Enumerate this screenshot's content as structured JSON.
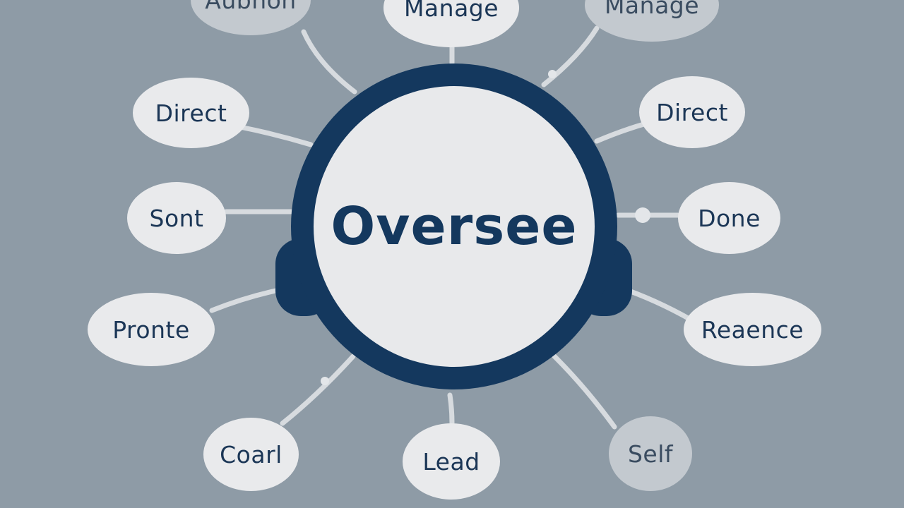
{
  "center": {
    "label": "Oversee"
  },
  "nodes": [
    {
      "id": "top-left",
      "label": "Aubnon"
    },
    {
      "id": "top-center",
      "label": "Manage"
    },
    {
      "id": "top-right",
      "label": "Manage"
    },
    {
      "id": "left-1",
      "label": "Direct"
    },
    {
      "id": "right-1",
      "label": "Direct"
    },
    {
      "id": "left-2",
      "label": "Sont"
    },
    {
      "id": "right-2",
      "label": "Done"
    },
    {
      "id": "left-3",
      "label": "Pronte"
    },
    {
      "id": "right-3",
      "label": "Reaence"
    },
    {
      "id": "bottom-left",
      "label": "Coarl"
    },
    {
      "id": "bottom-center",
      "label": "Lead"
    },
    {
      "id": "bottom-right",
      "label": "Self"
    }
  ],
  "colors": {
    "background": "#8e9ba6",
    "ring": "#14385e",
    "bubble": "#e9eaec",
    "text": "#1b3656"
  }
}
